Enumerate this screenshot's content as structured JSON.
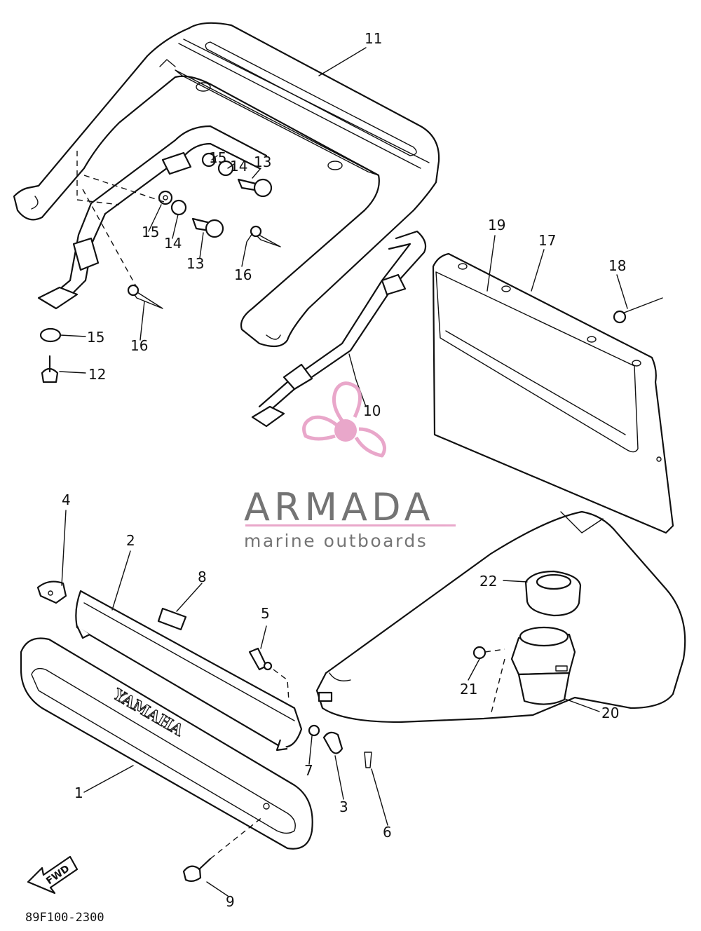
{
  "diagram": {
    "drawing_code": "89F100-2300",
    "direction_marker": "FWD",
    "cowling_emboss": "YAMAHA",
    "callouts": [
      {
        "id": "1"
      },
      {
        "id": "2"
      },
      {
        "id": "3"
      },
      {
        "id": "4"
      },
      {
        "id": "5"
      },
      {
        "id": "6"
      },
      {
        "id": "7"
      },
      {
        "id": "8"
      },
      {
        "id": "9"
      },
      {
        "id": "10"
      },
      {
        "id": "11"
      },
      {
        "id": "12"
      },
      {
        "id": "13"
      },
      {
        "id": "13"
      },
      {
        "id": "14"
      },
      {
        "id": "14"
      },
      {
        "id": "15"
      },
      {
        "id": "15"
      },
      {
        "id": "15"
      },
      {
        "id": "16"
      },
      {
        "id": "16"
      },
      {
        "id": "17"
      },
      {
        "id": "18"
      },
      {
        "id": "19"
      },
      {
        "id": "20"
      },
      {
        "id": "21"
      },
      {
        "id": "22"
      }
    ]
  },
  "watermark": {
    "name": "ARMADA",
    "tagline": "marine outboards",
    "colors": {
      "logo_pink": "#e8a3c8",
      "rule_pink": "#e8a3c8",
      "text_gray": "#6d6d6d"
    }
  }
}
